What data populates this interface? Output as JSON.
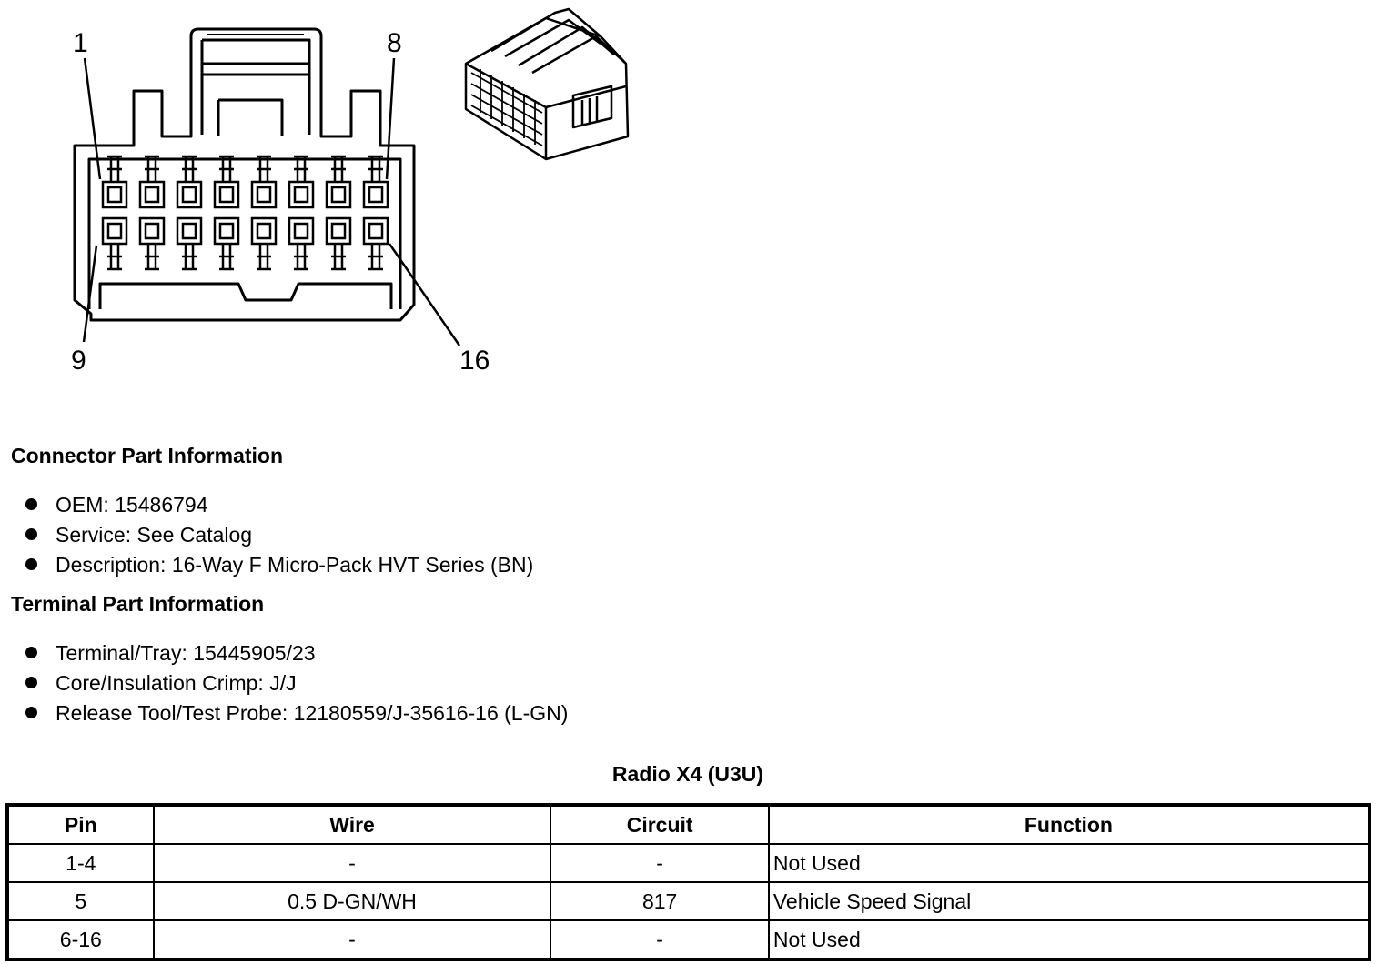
{
  "diagram": {
    "pin_labels": {
      "top_left": "1",
      "top_right": "8",
      "bottom_left": "9",
      "bottom_right": "16"
    },
    "top_row_terminals": 8,
    "bottom_row_terminals": 8
  },
  "connector_info": {
    "heading": "Connector Part Information",
    "items": [
      "OEM: 15486794",
      "Service: See Catalog",
      "Description: 16-Way F Micro-Pack HVT Series (BN)"
    ]
  },
  "terminal_info": {
    "heading": "Terminal Part Information",
    "items": [
      "Terminal/Tray: 15445905/23",
      "Core/Insulation Crimp: J/J",
      "Release Tool/Test Probe: 12180559/J-35616-16 (L-GN)"
    ]
  },
  "pinout_table": {
    "title": "Radio X4 (U3U)",
    "headers": [
      "Pin",
      "Wire",
      "Circuit",
      "Function"
    ],
    "rows": [
      [
        "1-4",
        "-",
        "-",
        "Not Used"
      ],
      [
        "5",
        "0.5 D-GN/WH",
        "817",
        "Vehicle Speed Signal"
      ],
      [
        "6-16",
        "-",
        "-",
        "Not Used"
      ]
    ]
  }
}
